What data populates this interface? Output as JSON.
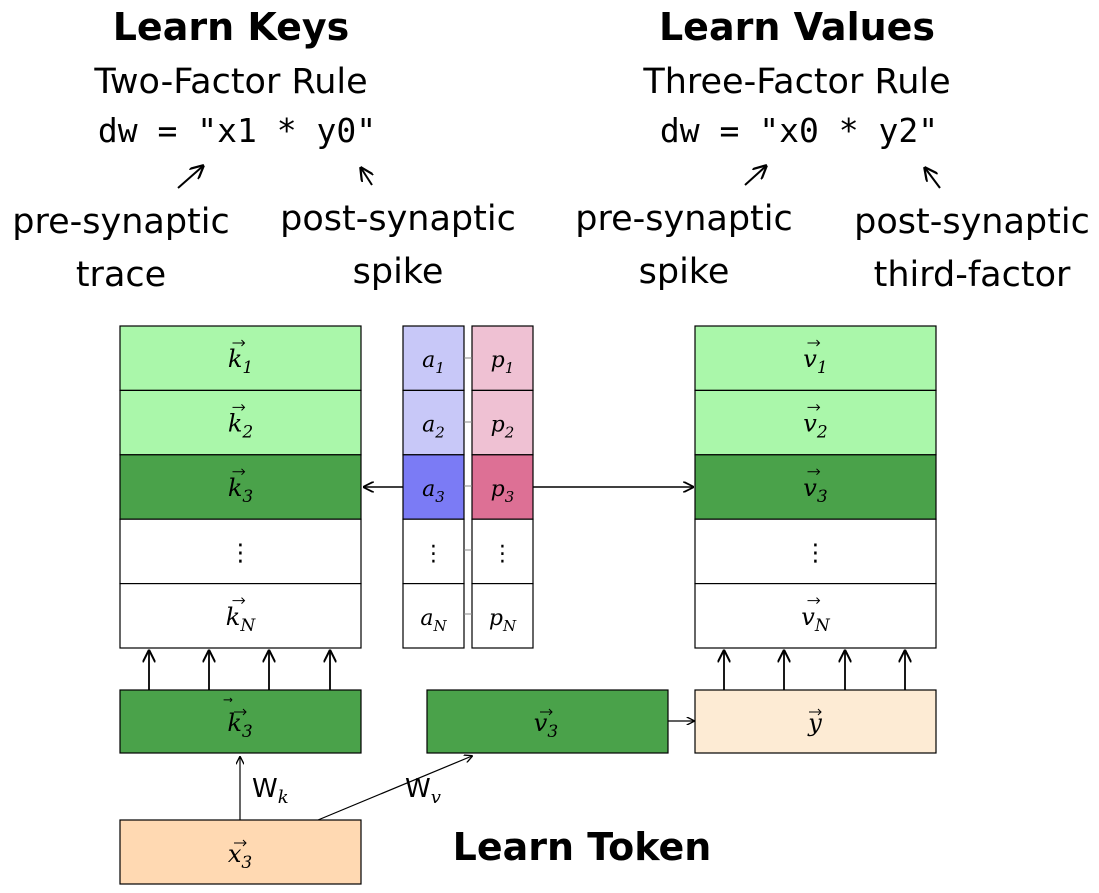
{
  "keys_block": {
    "title": "Learn Keys",
    "rule": "Two-Factor Rule",
    "formula": "dw = \"x1 * y0\"",
    "left_label": [
      "pre-synaptic",
      "trace"
    ],
    "right_label": [
      "post-synaptic",
      "spike"
    ]
  },
  "values_block": {
    "title": "Learn Values",
    "rule": "Three-Factor Rule",
    "formula": "dw = \"x0 * y2\"",
    "left_label": [
      "pre-synaptic",
      "spike"
    ],
    "right_label": [
      "post-synaptic",
      "third-factor"
    ]
  },
  "key_memory": [
    {
      "sym": "k",
      "sub": "1",
      "vec": true
    },
    {
      "sym": "k",
      "sub": "2",
      "vec": true
    },
    {
      "sym": "k",
      "sub": "3",
      "vec": true
    },
    {
      "sym": "⋮",
      "sub": "",
      "vec": false
    },
    {
      "sym": "k",
      "sub": "N",
      "vec": true
    }
  ],
  "a_column": [
    {
      "sym": "a",
      "sub": "1"
    },
    {
      "sym": "a",
      "sub": "2"
    },
    {
      "sym": "a",
      "sub": "3"
    },
    {
      "sym": "⋮",
      "sub": ""
    },
    {
      "sym": "a",
      "sub": "N"
    }
  ],
  "p_column": [
    {
      "sym": "p",
      "sub": "1"
    },
    {
      "sym": "p",
      "sub": "2"
    },
    {
      "sym": "p",
      "sub": "3"
    },
    {
      "sym": "⋮",
      "sub": ""
    },
    {
      "sym": "p",
      "sub": "N"
    }
  ],
  "value_memory": [
    {
      "sym": "v",
      "sub": "1",
      "vec": true
    },
    {
      "sym": "v",
      "sub": "2",
      "vec": true
    },
    {
      "sym": "v",
      "sub": "3",
      "vec": true
    },
    {
      "sym": "⋮",
      "sub": "",
      "vec": false
    },
    {
      "sym": "v",
      "sub": "N",
      "vec": true
    }
  ],
  "input_key": {
    "sym": "k",
    "sub": "3"
  },
  "input_value": {
    "sym": "v",
    "sub": "3"
  },
  "output_y": {
    "sym": "y",
    "sub": ""
  },
  "token": {
    "sym": "x",
    "sub": "3"
  },
  "weight_k": {
    "sym": "W",
    "sub": "k"
  },
  "weight_v": {
    "sym": "W",
    "sub": "v"
  },
  "token_title": "Learn Token",
  "colors": {
    "light_green": "#aaf7aa",
    "dark_green": "#4aa24a",
    "light_blue": "#c8c8f8",
    "dark_blue": "#7b7bf5",
    "light_pink": "#efc1d3",
    "dark_pink": "#dd7095",
    "peach": "#ffd9b2",
    "light_peach": "#fdebd4"
  }
}
